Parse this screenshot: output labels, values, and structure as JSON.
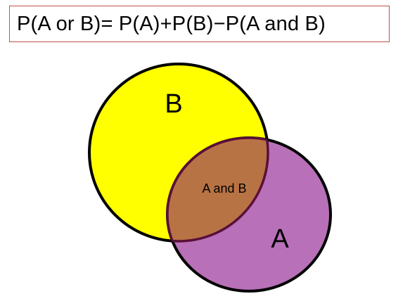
{
  "formula": {
    "text": "P(A or B)= P(A)+P(B)−P(A and B)"
  },
  "venn": {
    "set_b_label": "B",
    "set_a_label": "A",
    "intersection_label": "A and B",
    "colors": {
      "set_b_fill": "#ffff00",
      "set_a_fill": "#b870b8",
      "intersection_fill": "#b87345",
      "outline": "#000000",
      "formula_border": "#c0504d"
    }
  }
}
